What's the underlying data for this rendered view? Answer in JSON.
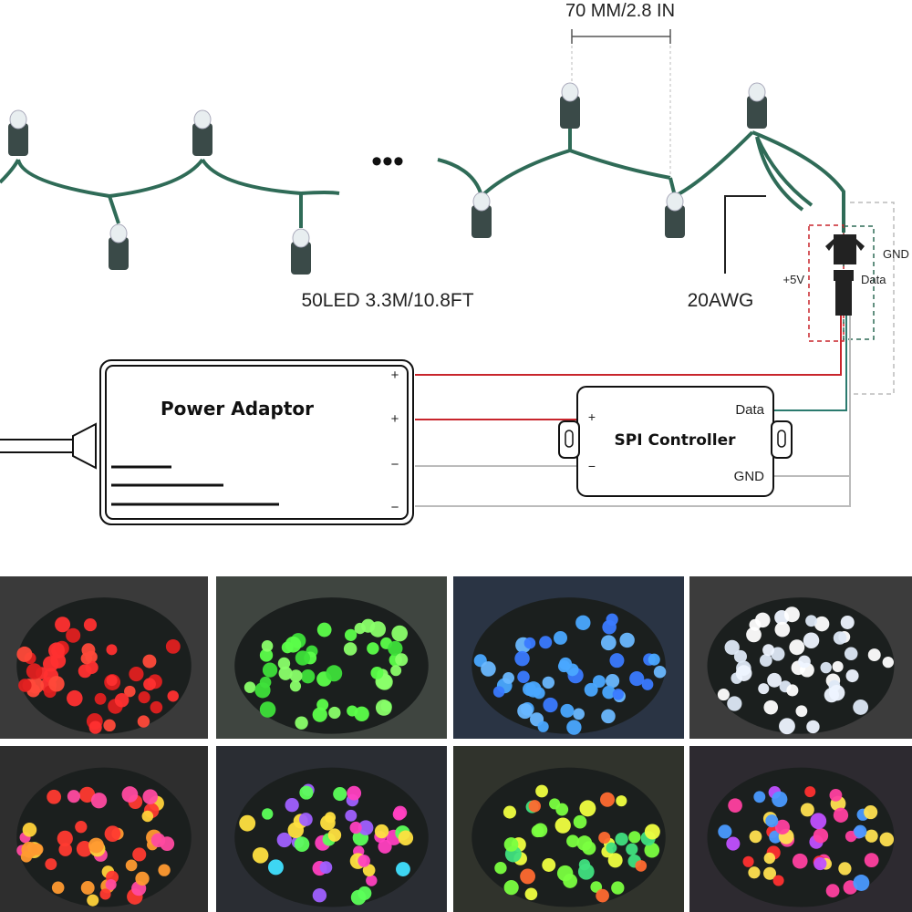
{
  "diagram": {
    "pitch_label": "70 MM/2.8 IN",
    "ellipsis": "•••",
    "length_label": "50LED 3.3M/10.8FT",
    "wire_gauge_label": "20AWG",
    "connector": {
      "plus": "+5V",
      "data": "Data",
      "gnd": "GND"
    },
    "power_adaptor": {
      "title": "Power Adaptor",
      "terminals": [
        "+",
        "+",
        "−",
        "−"
      ]
    },
    "spi_controller": {
      "title": "SPI Controller",
      "plus": "+",
      "minus": "−",
      "data": "Data",
      "gnd": "GND"
    },
    "colors": {
      "wire_green": "#2f6b57",
      "red": "#c8252c",
      "gray": "#b8b8b8",
      "teal": "#2a7a6e"
    }
  },
  "photos": [
    {
      "name": "red",
      "bg": "#3a3a3a",
      "colors": [
        "#ff3030",
        "#ff4a3a",
        "#e02020"
      ]
    },
    {
      "name": "green",
      "bg": "#3f4540",
      "colors": [
        "#5cff4a",
        "#8aff6a",
        "#3ee03a"
      ]
    },
    {
      "name": "blue",
      "bg": "#2a3444",
      "colors": [
        "#4aa8ff",
        "#6ab8ff",
        "#3a7aff"
      ]
    },
    {
      "name": "white",
      "bg": "#3c3c3c",
      "colors": [
        "#ffffff",
        "#eef4ff",
        "#dde8f5"
      ]
    },
    {
      "name": "warm-mix",
      "bg": "#2e2e2e",
      "colors": [
        "#ff3a30",
        "#ffd23a",
        "#ff9a30",
        "#ff4aa0"
      ]
    },
    {
      "name": "rainbow-mix",
      "bg": "#2a2d33",
      "colors": [
        "#ff40c0",
        "#40e0ff",
        "#5cff5a",
        "#ffe040",
        "#a060ff"
      ]
    },
    {
      "name": "yellow-green-mix",
      "bg": "#30332c",
      "colors": [
        "#f0ff40",
        "#7aff40",
        "#ff6a30",
        "#40e080"
      ]
    },
    {
      "name": "pink-mix",
      "bg": "#2d2a30",
      "colors": [
        "#ff40a0",
        "#ff3030",
        "#ffe050",
        "#4a9aff",
        "#c050ff"
      ]
    }
  ]
}
